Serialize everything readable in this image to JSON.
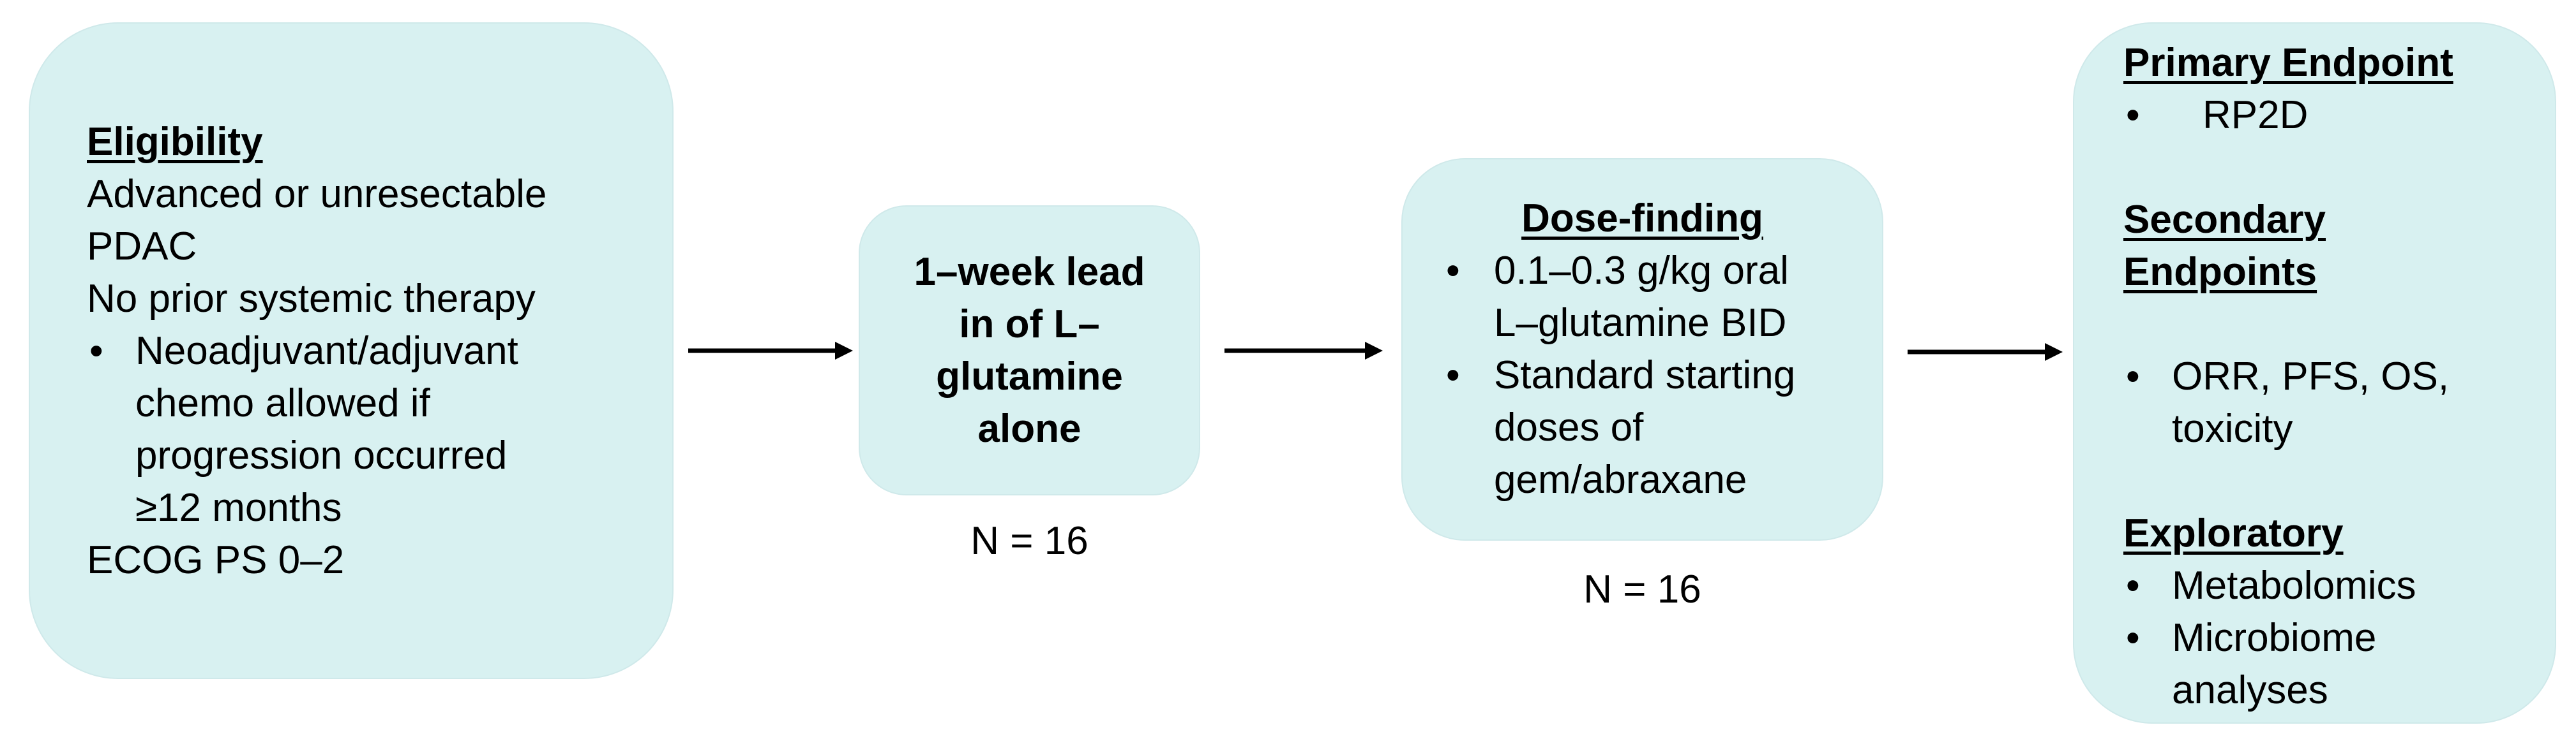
{
  "eligibility": {
    "heading": "Eligibility",
    "line1": "Advanced or unresectable",
    "line2": "PDAC",
    "line3": "No prior systemic therapy",
    "bullet": "•",
    "sub1": "Neoadjuvant/adjuvant",
    "sub2": "chemo allowed if",
    "sub3": "progression occurred",
    "sub4": "≥12 months",
    "line4": "ECOG PS 0–2"
  },
  "lead_in": {
    "line1": "1–week lead",
    "line2": "in of L–",
    "line3": "glutamine",
    "line4": "alone",
    "n_label": "N = 16"
  },
  "dose_finding": {
    "heading": "Dose-finding",
    "bullet": "•",
    "b1_line1": "0.1–0.3 g/kg oral",
    "b1_line2": "L–glutamine BID",
    "b2_line1": "Standard starting",
    "b2_line2": "doses of",
    "b2_line3": "gem/abraxane",
    "n_label": "N = 16"
  },
  "endpoints": {
    "primary_heading": "Primary Endpoint",
    "primary_item": "RP2D",
    "secondary_heading_line1": "Secondary",
    "secondary_heading_line2": "Endpoints",
    "secondary_item_line1": "ORR, PFS, OS,",
    "secondary_item_line2": "toxicity",
    "exploratory_heading": "Exploratory",
    "exploratory_item1": "Metabolomics",
    "exploratory_item2_line1": "Microbiome",
    "exploratory_item2_line2": "analyses",
    "bullet": "•"
  },
  "colors": {
    "box_fill": "#d8f1f1",
    "text": "#000000",
    "arrow": "#000000"
  }
}
